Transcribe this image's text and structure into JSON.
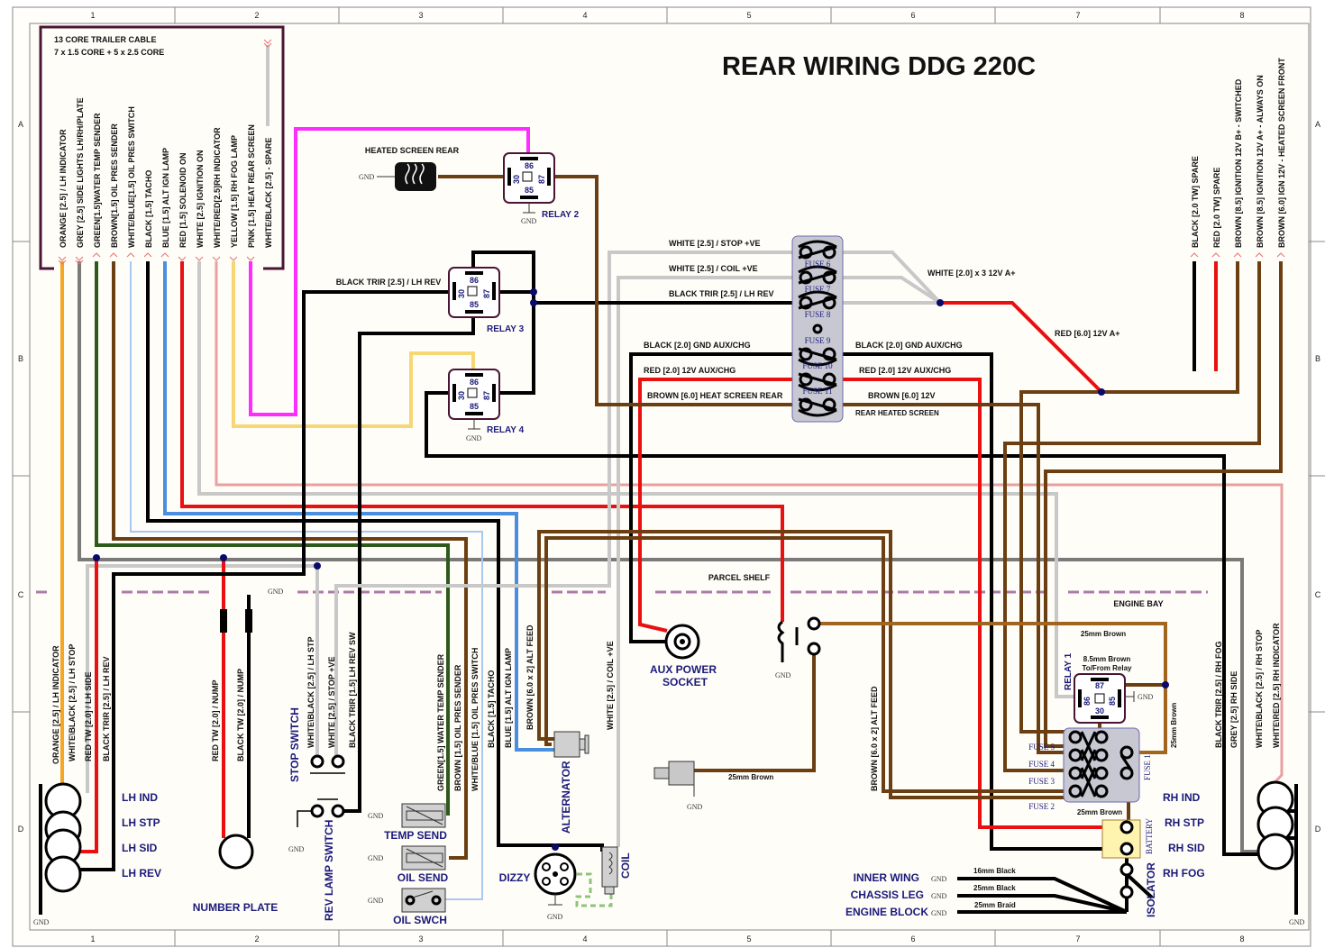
{
  "title": "REAR WIRING DDG 220C",
  "grid": {
    "columns": [
      "1",
      "2",
      "3",
      "4",
      "5",
      "6",
      "7",
      "8"
    ],
    "rows": [
      "A",
      "B",
      "C",
      "D"
    ]
  },
  "colors": {
    "black": "#000000",
    "red": "#e81010",
    "brown": "#6b3f12",
    "light_grey": "#c8c8c8",
    "dark_grey": "#7a7a7a",
    "green": "#2d5a1b",
    "blue": "#4a8ee0",
    "light_blue": "#a8c8f0",
    "orange": "#f5a623",
    "yellow": "#f7d774",
    "pink": "#ff2cff",
    "navy": "#1a1a7a",
    "cable_box": "#4a1535",
    "fuse_box": "#c8c8d2",
    "battery": "#fff3b0"
  },
  "gnd_label": "GND",
  "trailer_cable": {
    "title": "13 CORE TRAILER CABLE",
    "subtitle": "7 x 1.5 CORE + 5 x 2.5 CORE",
    "cores": [
      "ORANGE [2.5] / LH INDICATOR",
      "GREY [2.5] SIDE LIGHTS LH/RH/PLATE",
      "GREEN[1.5]WATER TEMP SENDER",
      "BROWN[1.5] OIL PRES SENDER",
      "WHITE/BLUE[1.5] OIL PRES SWITCH",
      "BLACK [1.5] TACHO",
      "BLUE [1.5] ALT IGN LAMP",
      "RED [1.5] SOLENOID ON",
      "WHITE [2.5] IGNITION ON",
      "WHITE/RED[2.5]RH INDICATOR",
      "YELLOW [1.5] RH FOG LAMP",
      "PINK [1.5] HEAT REAR SCREEN",
      "WHITE/BLACK [2.5] - SPARE"
    ]
  },
  "right_cables": [
    "BLACK [2.0 TW] SPARE",
    "RED [2.0 TW] SPARE",
    "BROWN [8.5] IGNITION  12V B+  - SWITCHED",
    "BROWN [8.5] IGNITION  12V A+  - ALWAYS ON",
    "BROWN [6.0] IGN 12V - HEATED SCREEN FRONT"
  ],
  "heated_screen": {
    "label": "HEATED SCREEN REAR"
  },
  "relays": {
    "relay1": {
      "label": "RELAY 1",
      "pins": [
        "87",
        "86",
        "85",
        "30"
      ]
    },
    "relay2": {
      "label": "RELAY 2",
      "pins": [
        "86",
        "30",
        "87",
        "85"
      ]
    },
    "relay3": {
      "label": "RELAY 3",
      "pins": [
        "86",
        "30",
        "87",
        "85"
      ]
    },
    "relay4": {
      "label": "RELAY 4",
      "pins": [
        "86",
        "30",
        "87",
        "85"
      ]
    },
    "relay3_feed": "BLACK TRIR [2.5] / LH REV"
  },
  "fuse_box": {
    "fuses": [
      "FUSE 6",
      "FUSE 7",
      "FUSE 8",
      "FUSE 9",
      "FUSE 10",
      "FUSE 11"
    ],
    "left_labels": [
      "WHITE [2.5] / STOP +VE",
      "WHITE [2.5] / COIL +VE",
      "BLACK TRIR [2.5] / LH REV",
      "BLACK [2.0] GND AUX/CHG",
      "RED [2.0] 12V AUX/CHG",
      "BROWN [6.0] HEAT SCREEN REAR"
    ],
    "right_labels": [
      "BLACK [2.0] GND AUX/CHG",
      "RED [2.0] 12V AUX/CHG",
      "BROWN [6.0] 12V",
      "REAR HEATED SCREEN"
    ],
    "white_feed": "WHITE [2.0] x 3 12V A+",
    "red_feed": "RED [6.0] 12V A+"
  },
  "zones": {
    "parcel_shelf": "PARCEL SHELF",
    "engine_bay": "ENGINE BAY"
  },
  "aux_socket": {
    "line1": "AUX POWER",
    "line2": "SOCKET"
  },
  "engine_fuse_box": {
    "fuses": [
      "FUSE 5",
      "FUSE 4",
      "FUSE 3",
      "FUSE 2",
      "FUSE 1"
    ],
    "brown_top": "25mm Brown",
    "relay_feed_1": "8.5mm Brown",
    "relay_feed_2": "To/From Relay",
    "brown_side": "25mm Brown",
    "brown_bottom": "25mm Brown",
    "starter_brown": "25mm Brown",
    "alt_feed": "BROWN [6.0 x 2] ALT FEED"
  },
  "battery": {
    "label": "BATTERY",
    "isolator": "ISOLATOR"
  },
  "grounds": {
    "points": [
      "INNER WING",
      "CHASSIS LEG",
      "ENGINE BLOCK"
    ],
    "straps": [
      "16mm Black",
      "25mm Black",
      "25mm Braid"
    ]
  },
  "lh_lamps": {
    "labels": [
      "LH IND",
      "LH STP",
      "LH SID",
      "LH REV"
    ],
    "wires": [
      "ORANGE [2.5] / LH INDICATOR",
      "WHITE\\BLACK [2.5] / LH STOP",
      "RED TW [2.0] / LH SIDE",
      "BLACK TRIR [2.5] / LH REV"
    ]
  },
  "rh_lamps": {
    "labels": [
      "RH IND",
      "RH STP",
      "RH SID",
      "RH FOG"
    ],
    "wires": [
      "BLACK TRIR [2.5] / RH FOG",
      "GREY [2.5] RH SIDE",
      "WHITE\\BLACK [2.5] / RH STOP",
      "WHITE\\RED [2.5] RH INDICATOR"
    ]
  },
  "number_plate": {
    "label": "NUMBER PLATE",
    "wires": [
      "RED TW [2.0] / NUMP",
      "BLACK TW [2.0] / NUMP"
    ]
  },
  "stop_switch": {
    "label": "STOP SWITCH",
    "wires": [
      "WHITE\\BLACK [2.5] / LH STP",
      "WHITE [2.5] / STOP +VE",
      "BLACK TRIR [1.5] LH REV SW"
    ]
  },
  "rev_switch": {
    "label": "REV LAMP SWITCH"
  },
  "engine": {
    "wires": [
      "GREEN[1.5] WATER TEMP SENDER",
      "BROWN [1.5] OIL PRES SENDER",
      "WHITE/BLUE [1.5] OIL PRES SWITCH",
      "BLACK [1.5] TACHO",
      "BLUE [1.5] ALT IGN LAMP",
      "BROWN [6.0 x 2] ALT FEED",
      "WHITE [2.5] / COIL +VE"
    ],
    "temp_send": "TEMP SEND",
    "oil_send": "OIL SEND",
    "oil_switch": "OIL SWCH",
    "alternator": "ALTERNATOR",
    "dizzy": "DIZZY",
    "coil": "COIL"
  }
}
